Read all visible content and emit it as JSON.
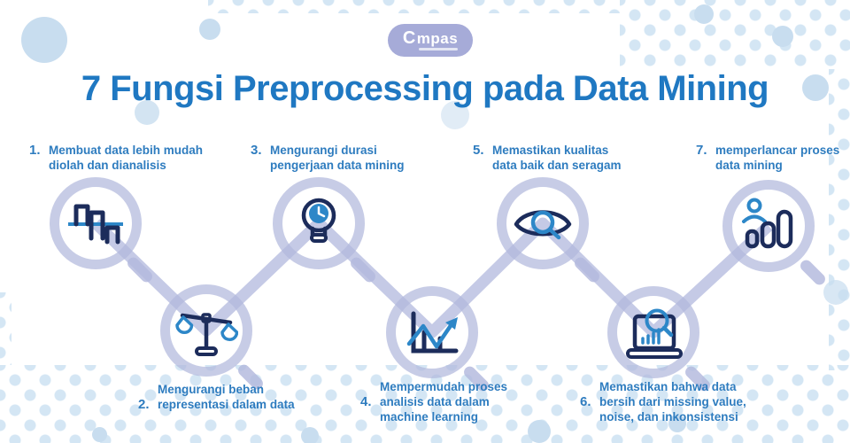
{
  "colors": {
    "title_blue": "#1f78c2",
    "label_blue": "#2e7cbf",
    "icon_navy": "#1c2c5b",
    "icon_accent": "#2d87c8",
    "lavender": "#b2b8dd",
    "logo_bg": "#a6abd8",
    "dot_blue": "#d4e6f4"
  },
  "logo": {
    "brand_c": "C",
    "brand_rest": "mpas"
  },
  "title": "7 Fungsi Preprocessing pada Data Mining",
  "items": [
    {
      "num": "1.",
      "icon": "fluctuation-chart",
      "lines": [
        "Membuat data lebih mudah",
        "diolah dan dianalisis"
      ]
    },
    {
      "num": "2.",
      "icon": "balance-scale",
      "lines": [
        "Mengurangi beban",
        "representasi dalam data"
      ]
    },
    {
      "num": "3.",
      "icon": "lightbulb-clock",
      "lines": [
        "Mengurangi durasi",
        "pengerjaan data mining"
      ]
    },
    {
      "num": "4.",
      "icon": "trend-line-chart",
      "lines": [
        "Mempermudah proses",
        "analisis data dalam",
        "machine learning"
      ]
    },
    {
      "num": "5.",
      "icon": "eye-magnifier",
      "lines": [
        "Memastikan kualitas",
        "data baik dan seragam"
      ]
    },
    {
      "num": "6.",
      "icon": "laptop-magnifier",
      "lines": [
        "Memastikan bahwa data",
        "bersih dari missing value,",
        "noise, dan inkonsistensi"
      ]
    },
    {
      "num": "7.",
      "icon": "person-bar-chart",
      "lines": [
        "memperlancar proses",
        "data mining"
      ]
    }
  ]
}
